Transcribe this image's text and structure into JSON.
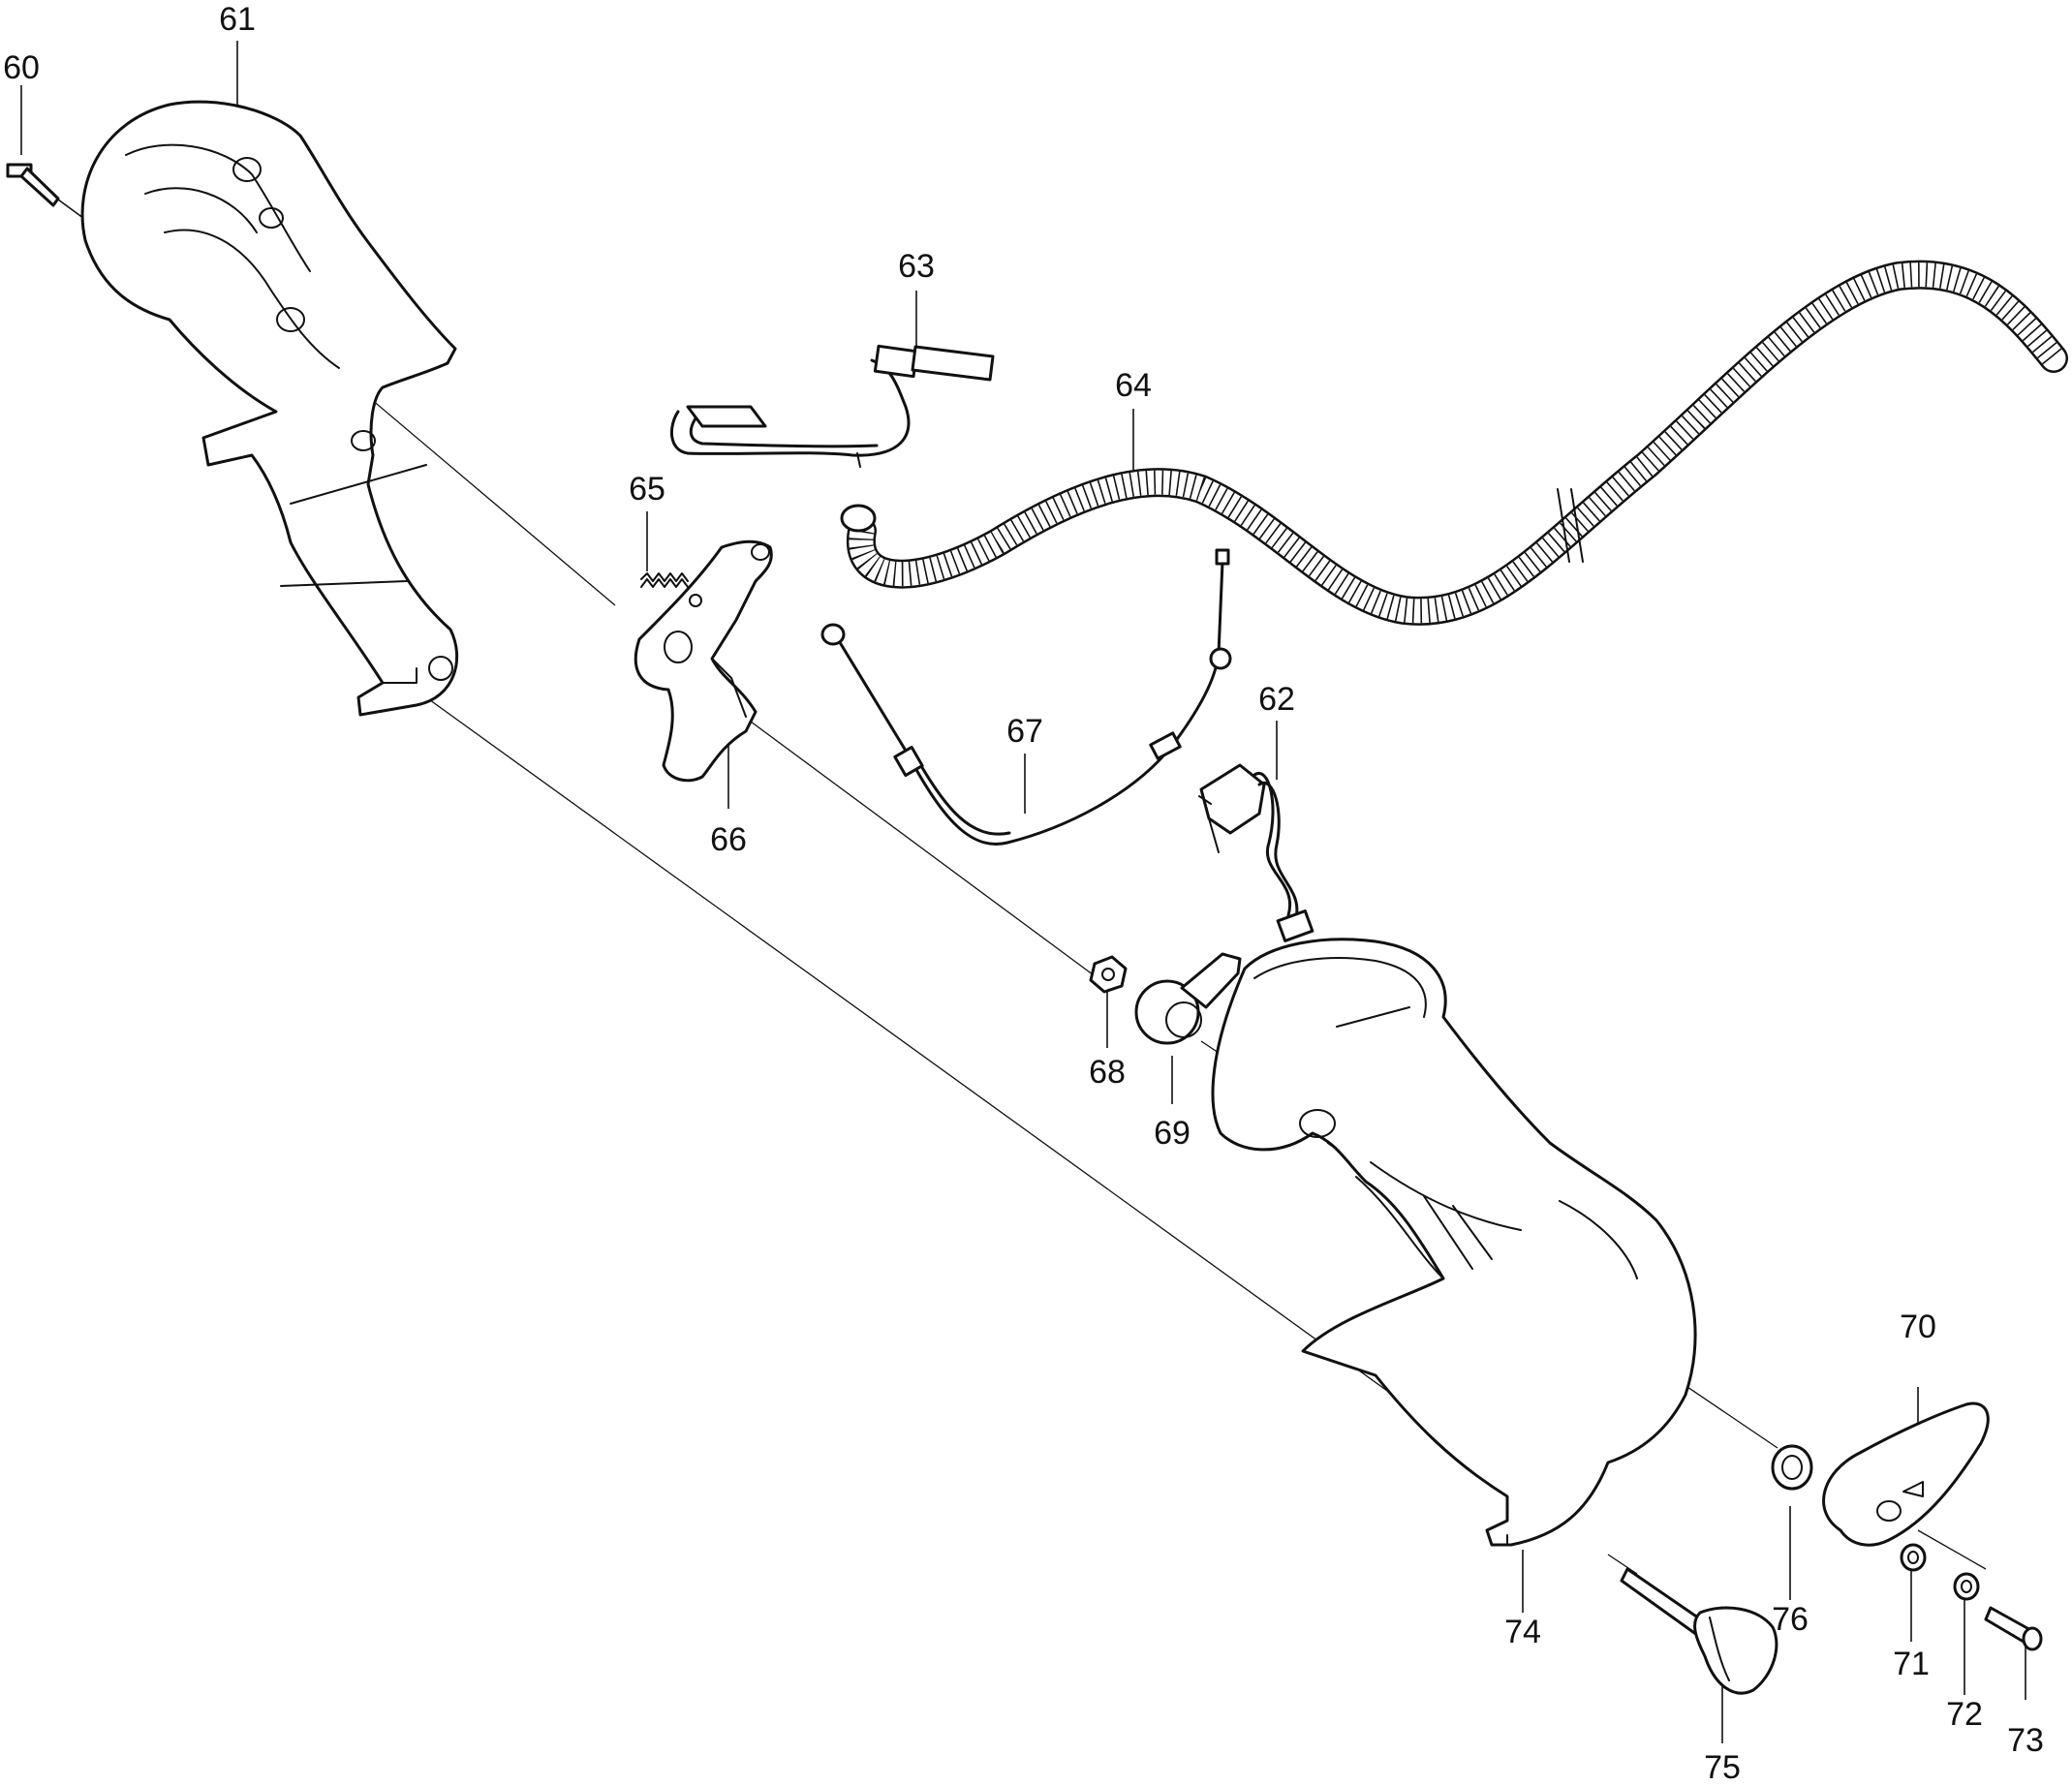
{
  "diagram": {
    "callouts": [
      "60",
      "61",
      "62",
      "63",
      "64",
      "65",
      "66",
      "67",
      "68",
      "69",
      "70",
      "71",
      "72",
      "73",
      "74",
      "75",
      "76"
    ]
  }
}
